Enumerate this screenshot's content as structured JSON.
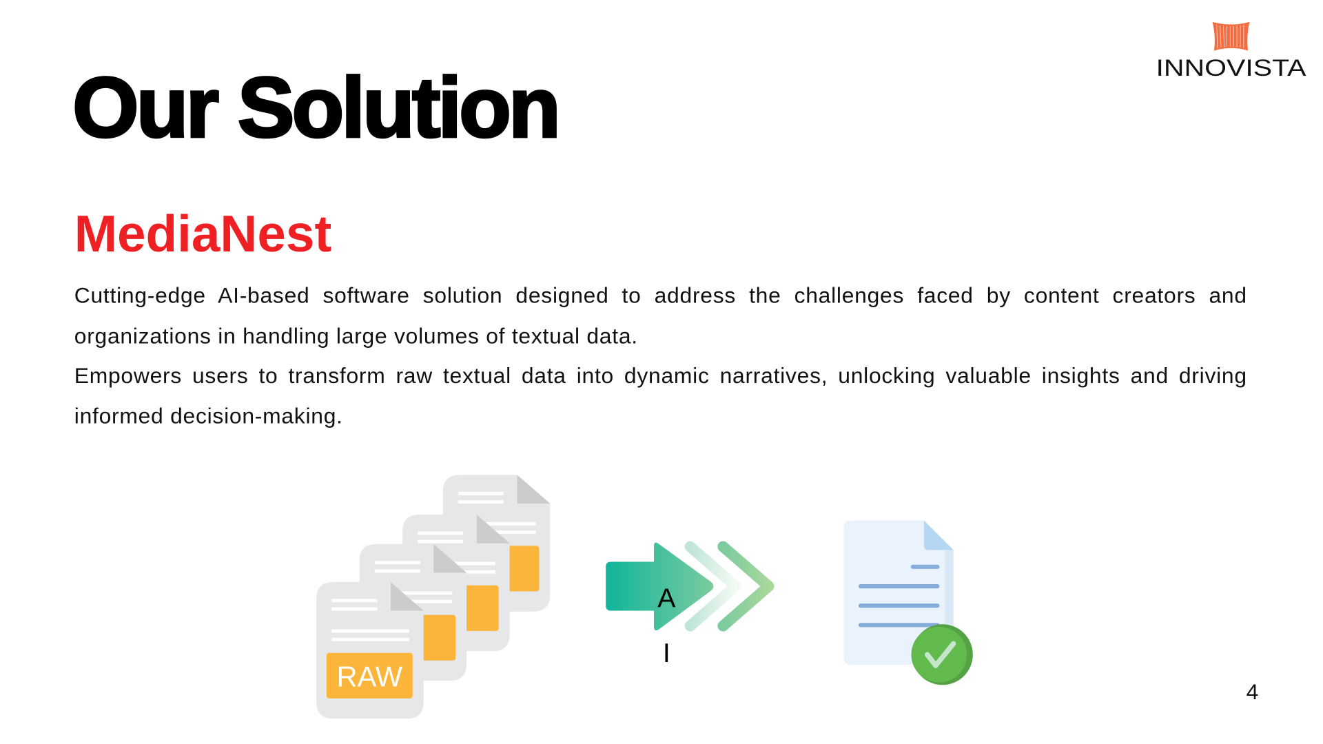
{
  "slide": {
    "title": "Our Solution",
    "subtitle": "MediaNest",
    "paragraphs": [
      "Cutting-edge AI-based software solution designed to address the challenges faced by content creators and organizations in handling large volumes of textual data.",
      "Empowers users to transform raw textual data into dynamic narratives, unlocking valuable insights and driving informed decision-making."
    ],
    "page_number": "4"
  },
  "logo": {
    "text": "INNOVISTA",
    "color": "#f04e23"
  },
  "illustration": {
    "raw_label": "RAW",
    "ai_letters": [
      "A",
      "I"
    ],
    "icons": [
      "raw-document-stack-icon",
      "ai-arrow-icon",
      "approved-document-icon"
    ]
  },
  "colors": {
    "accent": "#ee2024",
    "raw_badge": "#fbb53b",
    "check": "#62b94c"
  }
}
